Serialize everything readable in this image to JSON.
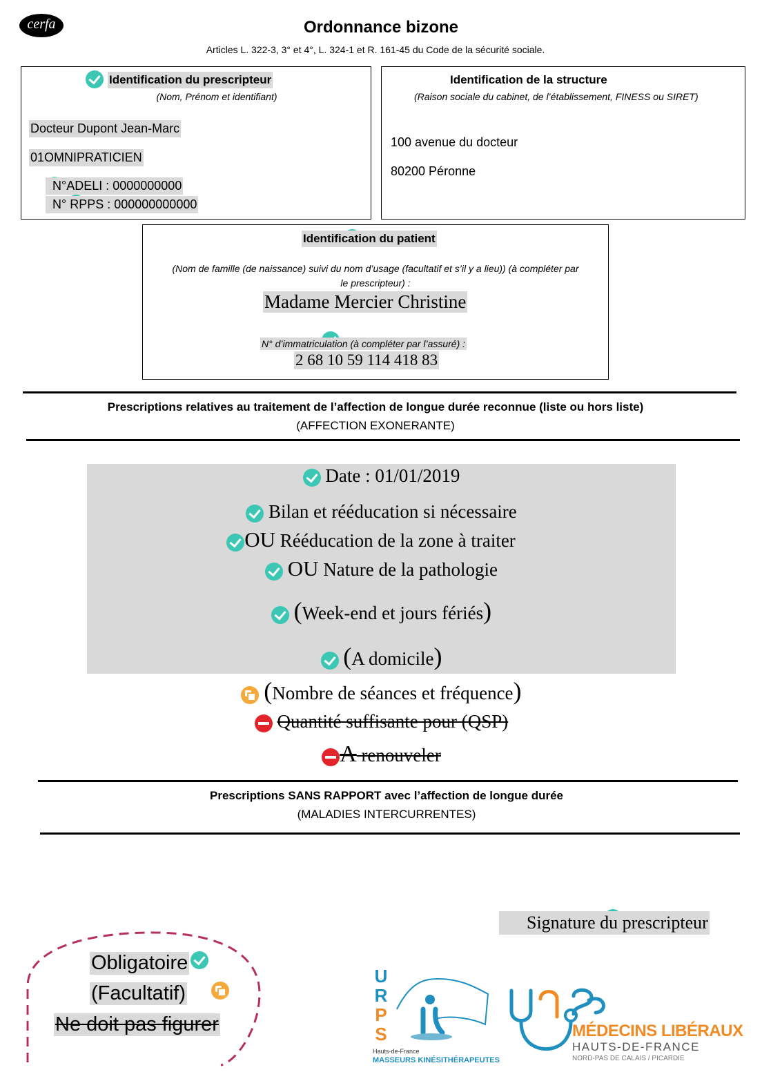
{
  "header": {
    "logo": "cerfa",
    "title": "Ordonnance bizone",
    "subtitle": "Articles L. 322-3, 3° et 4°, L. 324-1 et R. 161-45 du Code de la sécurité sociale."
  },
  "prescriber": {
    "heading": "Identification du prescripteur",
    "note": "(Nom, Prénom et identifiant)",
    "name": "Docteur Dupont Jean-Marc",
    "specialty": "01OMNIPRATICIEN",
    "adeli": "N°ADELI : 0000000000",
    "rpps": "N° RPPS : 000000000000"
  },
  "structure": {
    "heading": "Identification de la structure",
    "note": "(Raison sociale du cabinet, de l’établissement, FINESS ou SIRET)",
    "address1": "100 avenue du docteur",
    "address2": "80200 Péronne"
  },
  "patient": {
    "heading": "Identification du patient",
    "note_line1": "(Nom de famille (de naissance) suivi du nom d’usage (facultatif et s’il y a lieu)) (à compléter par",
    "note_line2": "le prescripteur) :",
    "name": "Madame Mercier Christine",
    "immat_label": "N° d’immatriculation (à compléter par l’assuré) :",
    "immat": "2 68 10 59 114 418 83"
  },
  "ald_section": {
    "title": "Prescriptions relatives au traitement de l’affection de longue durée reconnue (liste ou hors liste)",
    "subtitle": "(AFFECTION EXONERANTE)"
  },
  "prescription": {
    "date": "Date : 01/01/2019",
    "line1": "Bilan et rééducation si nécessaire",
    "line2_ou": "OU",
    "line2": " Rééducation de la zone à traiter",
    "line3_ou": "OU",
    "line3": " Nature de la pathologie",
    "line4_open": "(",
    "line4": "Week-end et jours fériés",
    "line4_close": ")",
    "line5_open": "(",
    "line5": "A domicile",
    "line5_close": ")",
    "line6_open": "(",
    "line6": "Nombre de séances et fréquence",
    "line6_close": ")",
    "line7": "Quantité suffisante pour (QSP)",
    "line8_a": "A",
    "line8": " renouveler"
  },
  "other_section": {
    "title": "Prescriptions SANS RAPPORT avec l’affection de longue durée",
    "subtitle": "(MALADIES INTERCURRENTES)"
  },
  "signature": "Signature du prescripteur",
  "legend": {
    "mandatory": "Obligatoire",
    "optional": "(Facultatif)",
    "forbidden": "Ne doit pas figurer"
  },
  "logos": {
    "urps_mk_region": "Hauts-de-France",
    "urps_mk_name": "MASSEURS KINÉSITHÉRAPEUTES",
    "urps_ml_line1": "MÉDECINS LIBÉRAUX",
    "urps_ml_line2": "HAUTS-DE-FRANCE",
    "urps_ml_line3": "NORD-PAS DE CALAIS / PICARDIE"
  },
  "colors": {
    "mandatory": "#3cc6b4",
    "optional": "#f4a93a",
    "forbidden": "#e3242b",
    "legend_border": "#b5305a",
    "urps_orange": "#f08a24",
    "urps_blue": "#1f8fbf"
  }
}
